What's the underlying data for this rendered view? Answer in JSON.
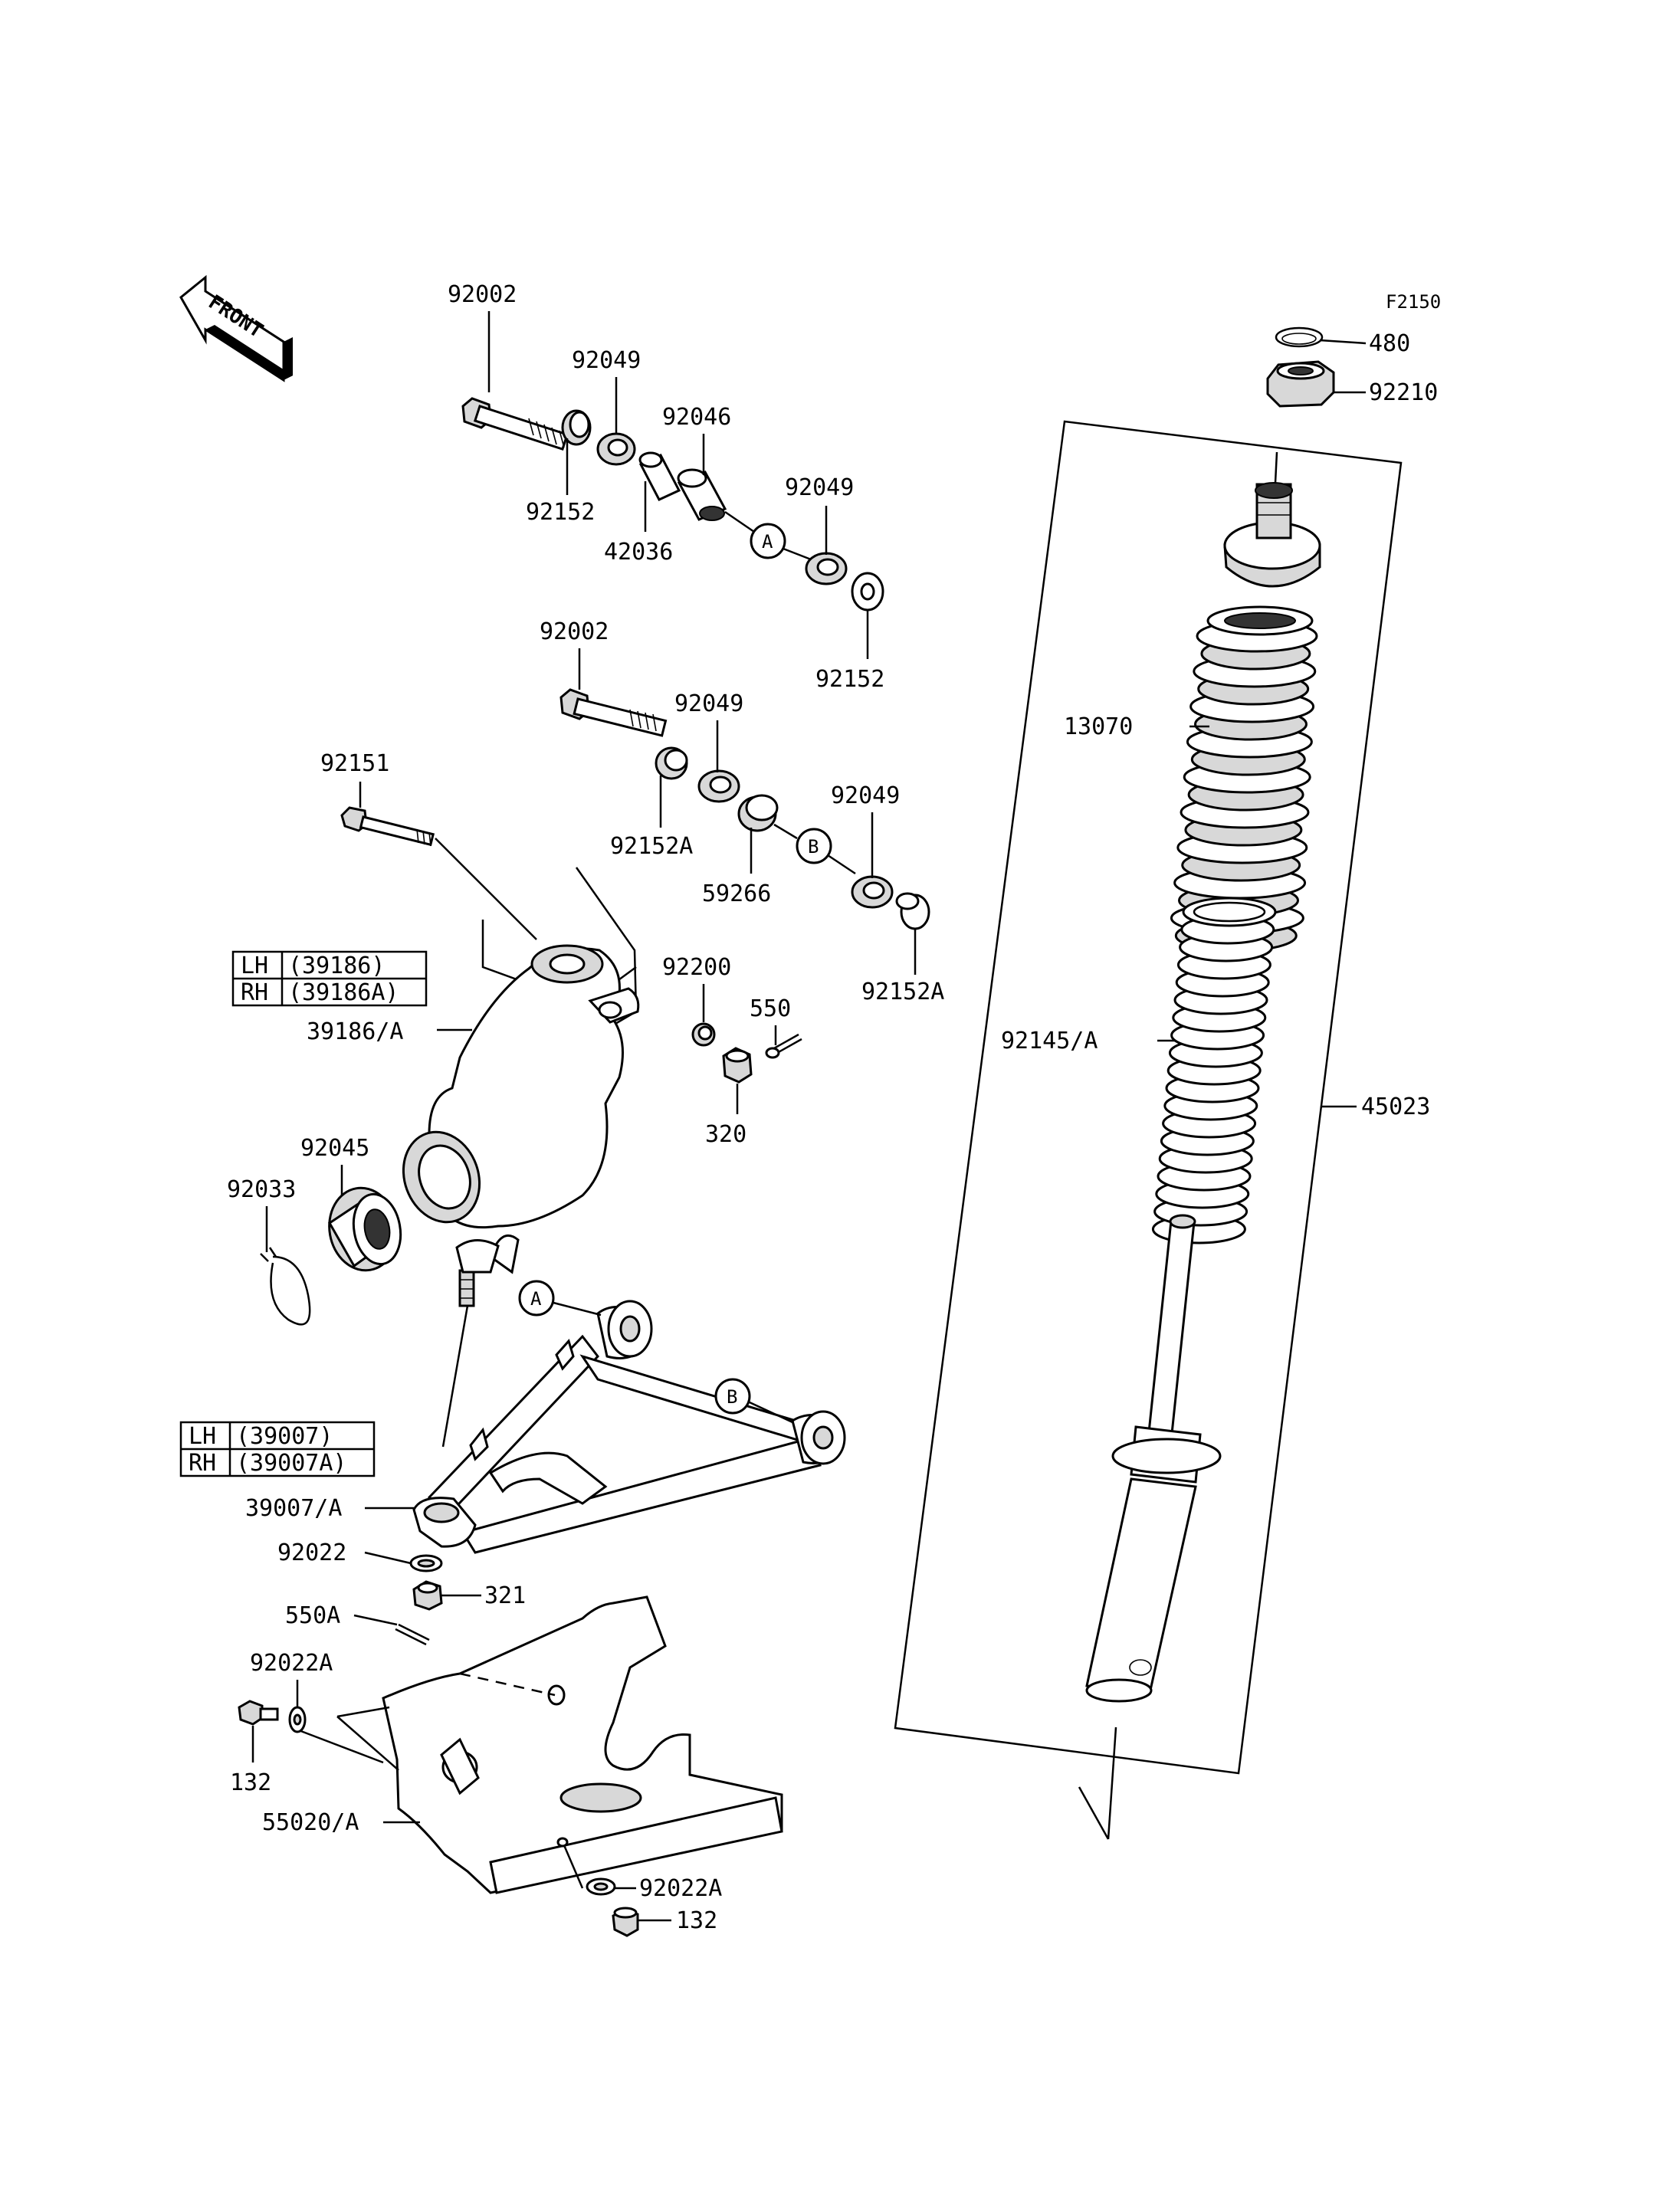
{
  "figure_code": "F2150",
  "front_label": "FRONT",
  "labels": {
    "p480": "480",
    "p92210": "92210",
    "p92002_top": "92002",
    "p92049_1": "92049",
    "p92046": "92046",
    "p92049_2": "92049",
    "p92152_1": "92152",
    "p42036": "42036",
    "p92152_2": "92152",
    "p92002_mid": "92002",
    "p92049_3": "92049",
    "p92152A_1": "92152A",
    "p92049_4": "92049",
    "p59266": "59266",
    "p92152A_2": "92152A",
    "p92151": "92151",
    "p92200": "92200",
    "p550": "550",
    "p320": "320",
    "p39186A": "39186/A",
    "p92045": "92045",
    "p92033": "92033",
    "p13070": "13070",
    "p92145A": "92145/A",
    "p45023": "45023",
    "p39007A": "39007/A",
    "p92022": "92022",
    "p321": "321",
    "p550A": "550A",
    "p92022A_1": "92022A",
    "p132_1": "132",
    "p55020A": "55020/A",
    "p92022A_2": "92022A",
    "p132_2": "132"
  },
  "callouts": {
    "a1": "A",
    "b1": "B",
    "a2": "A",
    "b2": "B"
  },
  "variant_tables": {
    "knuckle": {
      "lh": "LH",
      "lh_code": "(39186)",
      "rh": "RH",
      "rh_code": "(39186A)"
    },
    "arm": {
      "lh": "LH",
      "lh_code": "(39007)",
      "rh": "RH",
      "rh_code": "(39007A)"
    }
  }
}
